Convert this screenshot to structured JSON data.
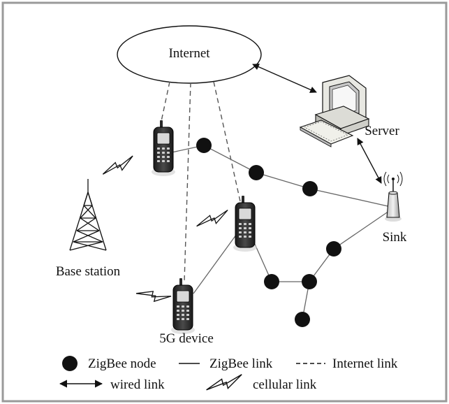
{
  "diagram": {
    "labels": {
      "internet": "Internet",
      "server": "Server",
      "sink": "Sink",
      "base_station": "Base station",
      "device_5g": "5G device"
    },
    "legend": {
      "zigbee_node": "ZigBee node",
      "zigbee_link": "ZigBee link",
      "internet_link": "Internet link",
      "wired_link": "wired link",
      "cellular_link": "cellular link"
    },
    "colors": {
      "frame": "#9a9a9a",
      "ink": "#111111",
      "link": "#555555",
      "device_body": "#2b2b2b",
      "screen": "#d8d8d8",
      "server_beige": "#e8e8e2"
    }
  }
}
